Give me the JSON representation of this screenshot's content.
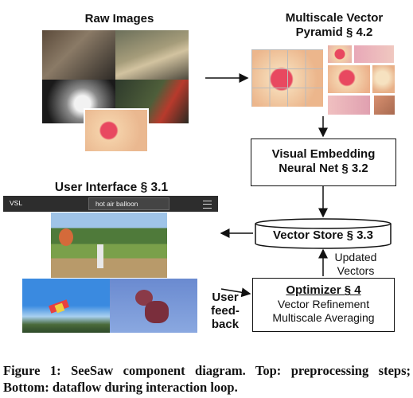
{
  "raw_images": {
    "title": "Raw Images"
  },
  "pyramid": {
    "title_line1": "Multiscale Vector",
    "title_line2": "Pyramid § 4.2"
  },
  "embedding": {
    "line1": "Visual Embedding",
    "line2": "Neural Net  § 3.2"
  },
  "ui": {
    "title": "User Interface § 3.1",
    "app_name": "VSL",
    "search_value": "hot air balloon"
  },
  "vector_store": {
    "label": "Vector Store § 3.3"
  },
  "updated": {
    "line1": "Updated",
    "line2": "Vectors"
  },
  "optimizer": {
    "title": "Optimizer § 4",
    "line1": "Vector Refinement",
    "line2": "Multiscale Averaging"
  },
  "feedback": {
    "line1": "User",
    "line2": "feed-",
    "line3": "back"
  },
  "caption": {
    "prefix": "Figure 1: SeeSaw component diagram. Top: preprocessing steps; Bottom: dataflow during interaction loop."
  }
}
